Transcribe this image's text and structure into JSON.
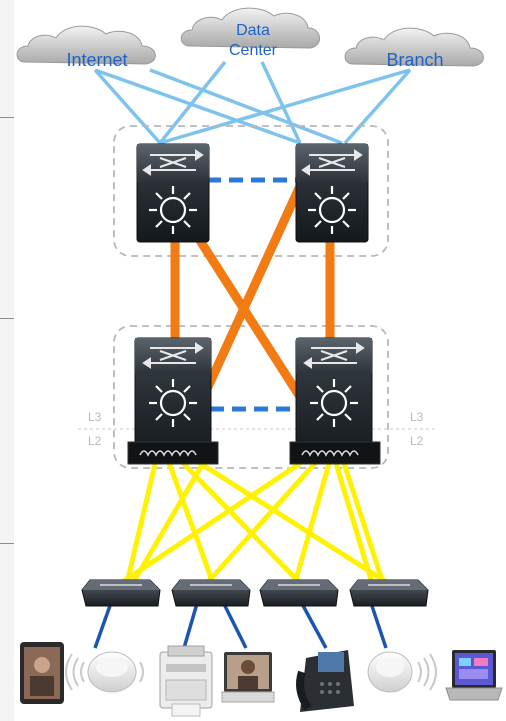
{
  "clouds": {
    "internet": "Internet",
    "datacenter_line1": "Data",
    "datacenter_line2": "Center",
    "branch": "Branch"
  },
  "layers": {
    "left_l3": "L3",
    "left_l2": "L2",
    "right_l3": "L3",
    "right_l2": "L2"
  },
  "colors": {
    "uplink": "#7ec3ee",
    "core_link": "#f27b13",
    "access_link": "#fff200",
    "vss_link": "#2b78d6",
    "endpoint_link": "#1a56b0",
    "cloud_label": "#1f63c6",
    "switch_body": "#1e2329"
  },
  "icons": {
    "cloud": "cloud-icon",
    "core_switch": "layer3-switch-icon",
    "distribution_switch": "multilayer-switch-icon",
    "access_switch": "workgroup-switch-icon",
    "tablet": "tablet-icon",
    "access_point": "wireless-access-point-icon",
    "printer": "printer-icon",
    "video_endpoint": "video-endpoint-icon",
    "ip_phone": "ip-phone-icon",
    "laptop": "laptop-icon"
  }
}
